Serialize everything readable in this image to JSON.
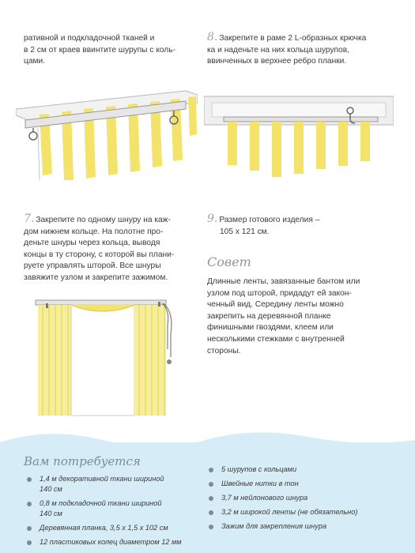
{
  "step_intro": {
    "lines": [
      "ративной и подкладочной тканей и",
      "в 2 см от краев ввинтите шурупы с коль-",
      "цами."
    ]
  },
  "step8": {
    "number": "8.",
    "lines": [
      "Закрепите в раме 2 L-образных крючка",
      "ка и наденьте на них кольца шурупов,",
      "ввинченных в верхнее ребро планки."
    ]
  },
  "step7": {
    "number": "7.",
    "lines": [
      "Закрепите по одному шнуру на каж-",
      "дом нижнем кольце. На полотне про-",
      "деньте шнуры через кольца, выводя",
      "концы в ту сторону, с которой вы плани-",
      "руете управлять шторой. Все шнуры",
      "завяжите узлом и закрепите зажимом."
    ]
  },
  "step9": {
    "number": "9.",
    "lines": [
      "Размер готового изделия –",
      "105 x 121 см."
    ]
  },
  "advice": {
    "title": "Совет",
    "lines": [
      "Длинные ленты, завязанные бантом или",
      "узлом под шторой, придадут ей закон-",
      "ченный вид. Середину ленты можно",
      "закрепить на деревянной планке",
      "финишными гвоздями, клеем или",
      "несколькими стежками с внутренней",
      "стороны."
    ]
  },
  "needs": {
    "title": "Вам потребуется",
    "left": [
      [
        "1,4 м декоративной ткани шириной",
        "140 см"
      ],
      [
        "0,8 м подкладочной ткани шириной",
        "140 см"
      ],
      [
        "Деревянная планка, 3,5 x 1,5 x 102 см"
      ],
      [
        "12 пластиковых колец диаметром 12 мм"
      ]
    ],
    "right": [
      [
        "5 шурупов с кольцами"
      ],
      [
        "Швейные нитки в тон"
      ],
      [
        "3,7 м нейлонового шнура"
      ],
      [
        "3,2 м широкой ленты (не обязательно)"
      ],
      [
        "Зажим для закрепления шнура"
      ]
    ]
  },
  "colors": {
    "stripe": "#f3e36a",
    "bottom_bg": "#d6ecf6"
  }
}
